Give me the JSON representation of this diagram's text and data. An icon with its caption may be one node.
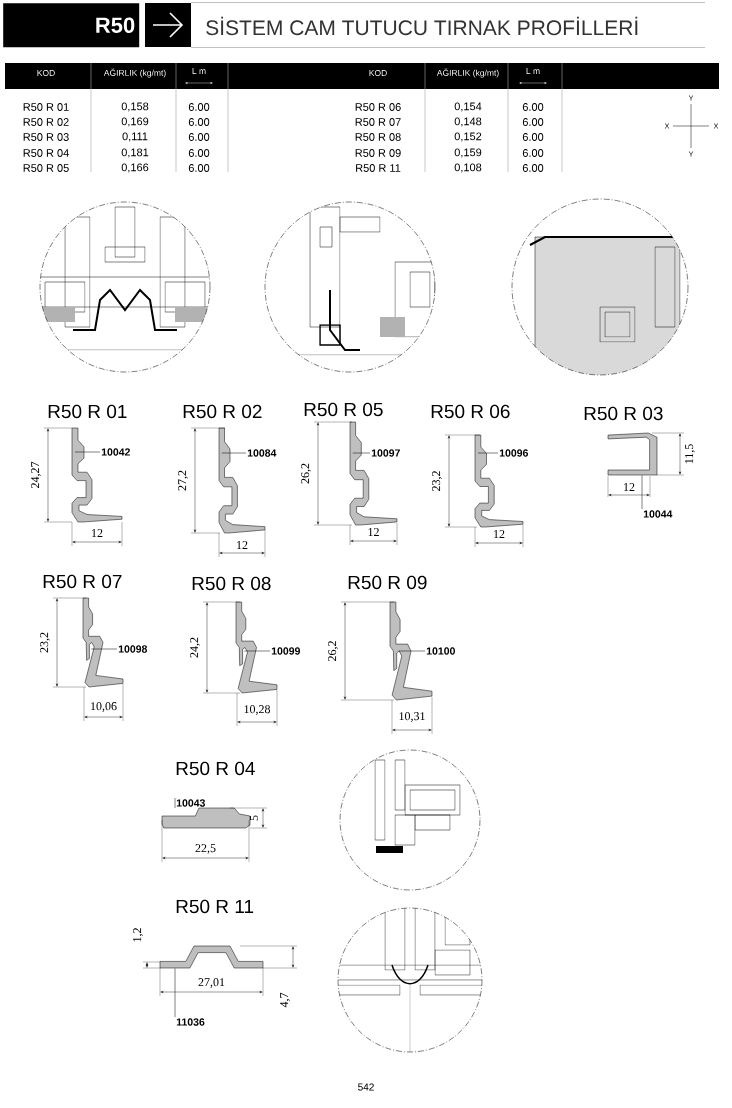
{
  "diagram": {
    "title": "SİSTEM CAM TUTUCU TIRNAK PROFİLLERİ",
    "nodes": [
      {
        "text": [
          "R50"
        ]
      },
      {
        "text": [
          "R50 R 01"
        ]
      },
      {
        "text": [
          "10042"
        ]
      },
      {
        "text": [
          "R50 R 02"
        ]
      },
      {
        "text": [
          "10084"
        ]
      },
      {
        "text": [
          "R50 R 05"
        ]
      },
      {
        "text": [
          "10097"
        ]
      },
      {
        "text": [
          "R50 R 06"
        ]
      },
      {
        "text": [
          "10096"
        ]
      },
      {
        "text": [
          "R50 R 03"
        ]
      },
      {
        "text": [
          "10044"
        ]
      },
      {
        "text": [
          "R50 R 07"
        ]
      },
      {
        "text": [
          "10098"
        ]
      },
      {
        "text": [
          "R50 R 08"
        ]
      },
      {
        "text": [
          "10099"
        ]
      },
      {
        "text": [
          "R50 R 09"
        ]
      },
      {
        "text": [
          "10100"
        ]
      },
      {
        "text": [
          "R50 R 04"
        ]
      },
      {
        "text": [
          "10043"
        ]
      },
      {
        "text": [
          "R50 R 11"
        ]
      },
      {
        "text": [
          "11036"
        ]
      }
    ],
    "edges": [
      {
        "from": 2,
        "to": 1,
        "arrow": "none"
      },
      {
        "from": 4,
        "to": 3,
        "arrow": "none"
      },
      {
        "from": 6,
        "to": 5,
        "arrow": "none"
      },
      {
        "from": 8,
        "to": 7,
        "arrow": "none"
      },
      {
        "from": 10,
        "to": 9,
        "arrow": "none"
      },
      {
        "from": 12,
        "to": 11,
        "arrow": "none"
      },
      {
        "from": 14,
        "to": 13,
        "arrow": "none"
      },
      {
        "from": 16,
        "to": 15,
        "arrow": "none"
      },
      {
        "from": 18,
        "to": 17,
        "arrow": "none"
      },
      {
        "from": 20,
        "to": 19,
        "arrow": "none"
      }
    ],
    "labels": [
      "KOD",
      "AĞIRLIK (kg/mt)",
      "L m",
      "KOD",
      "AĞIRLIK (kg/mt)",
      "L m",
      "R50 R 01",
      "0,158",
      "6.00",
      "R50 R 06",
      "0,154",
      "6.00",
      "R50 R 02",
      "0,169",
      "6.00",
      "R50 R 07",
      "0,148",
      "6.00",
      "R50 R 03",
      "0,111",
      "6.00",
      "R50 R 08",
      "0,152",
      "6.00",
      "R50 R 04",
      "0,181",
      "6.00",
      "R50 R 09",
      "0,159",
      "6.00",
      "R50 R 05",
      "0,166",
      "6.00",
      "R50 R 11",
      "0,108",
      "6.00",
      "Y",
      "X",
      "X",
      "Y",
      "24,27",
      "12",
      "27,2",
      "12",
      "26,2",
      "12",
      "23,2",
      "12",
      "11,5",
      "12",
      "23,2",
      "10,06",
      "24,2",
      "10,28",
      "26,2",
      "10,31",
      "5",
      "22,5",
      "1,2",
      "27,01",
      "4,7",
      "542"
    ]
  }
}
